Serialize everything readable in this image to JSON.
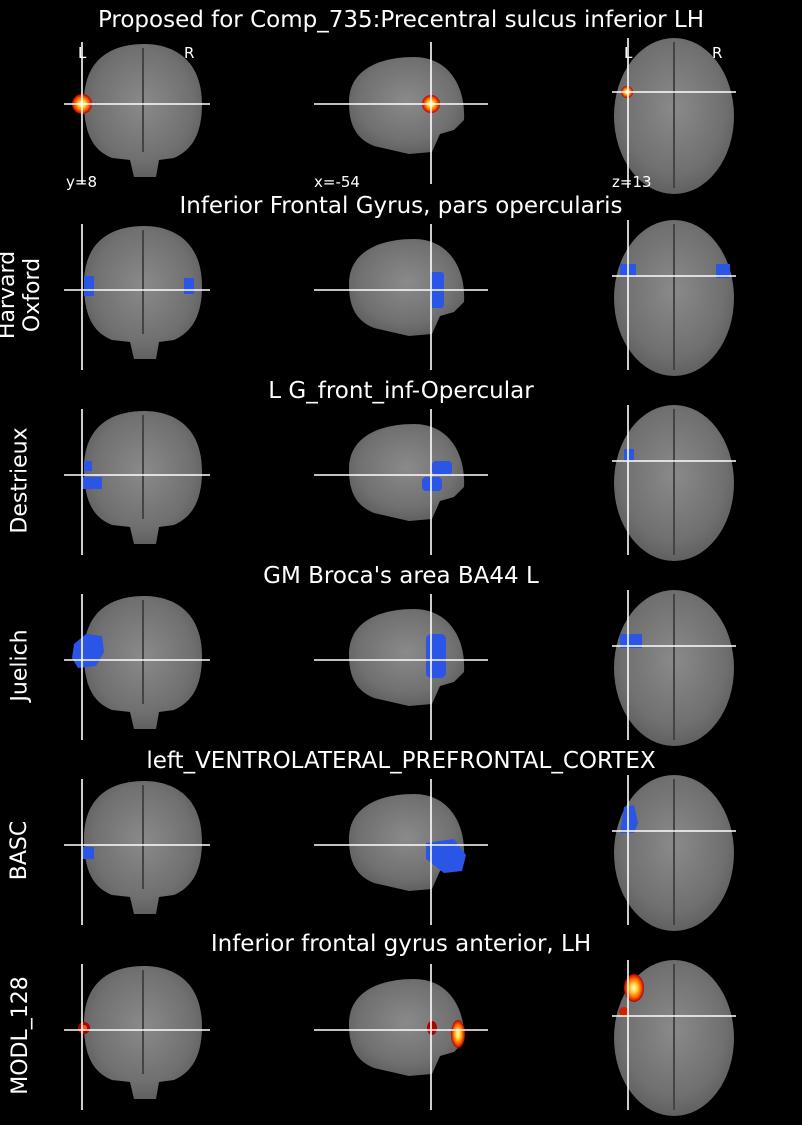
{
  "figure_title": "Proposed for Comp_735:Precentral sulcus inferior LH",
  "orientation": {
    "left": "L",
    "right": "R"
  },
  "cut_coords": {
    "coronal": "y=8",
    "sagittal": "x=-54",
    "axial": "z=13"
  },
  "colors": {
    "background": "#000000",
    "overlay_blue": "#2a55e6",
    "overlay_hot": "#ff5a00",
    "crosshair": "#ffffff"
  },
  "rows": [
    {
      "atlas": "",
      "region": ""
    },
    {
      "atlas": "Harvard\nOxford",
      "region": "Inferior Frontal Gyrus, pars opercularis"
    },
    {
      "atlas": "Destrieux",
      "region": "L G_front_inf-Opercular"
    },
    {
      "atlas": "Juelich",
      "region": "GM Broca's area BA44 L"
    },
    {
      "atlas": "BASC",
      "region": "left_VENTROLATERAL_PREFRONTAL_CORTEX"
    },
    {
      "atlas": "MODL_128",
      "region": "Inferior frontal gyrus anterior, LH"
    }
  ]
}
